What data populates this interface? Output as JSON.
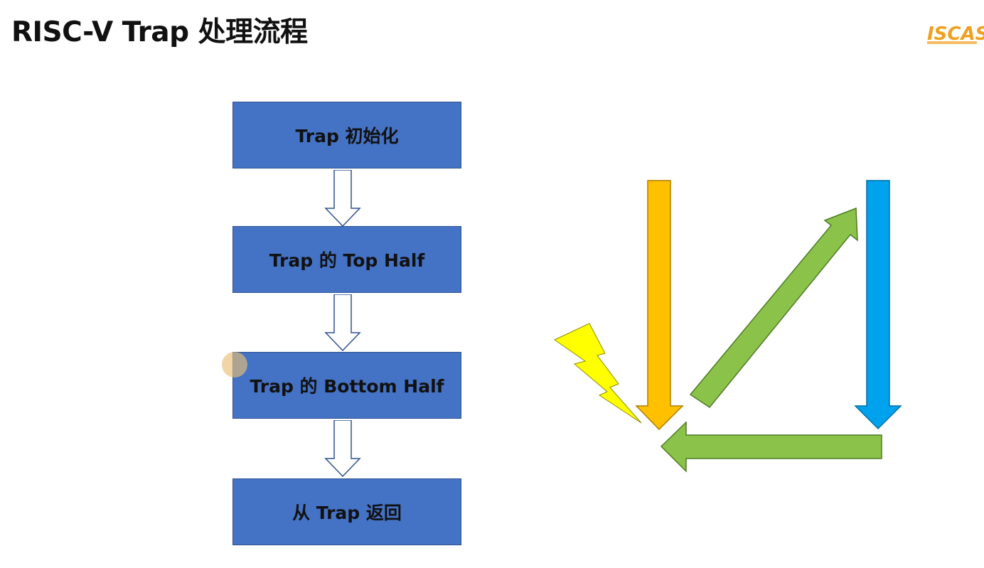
{
  "slide": {
    "title": "RISC-V Trap 处理流程"
  },
  "logo": {
    "text": "ISCAS"
  },
  "flow": {
    "steps": [
      {
        "label": "Trap 初始化"
      },
      {
        "label": "Trap 的 Top Half"
      },
      {
        "label": "Trap 的 Bottom Half"
      },
      {
        "label": "从 Trap 返回"
      }
    ]
  },
  "colors": {
    "box_fill": "#4472c4",
    "box_border": "#2f528f",
    "orange_arrow": "#ffc000",
    "blue_arrow": "#00a2ed",
    "green_arrow": "#8bc34a",
    "lightning": "#ffff00"
  }
}
